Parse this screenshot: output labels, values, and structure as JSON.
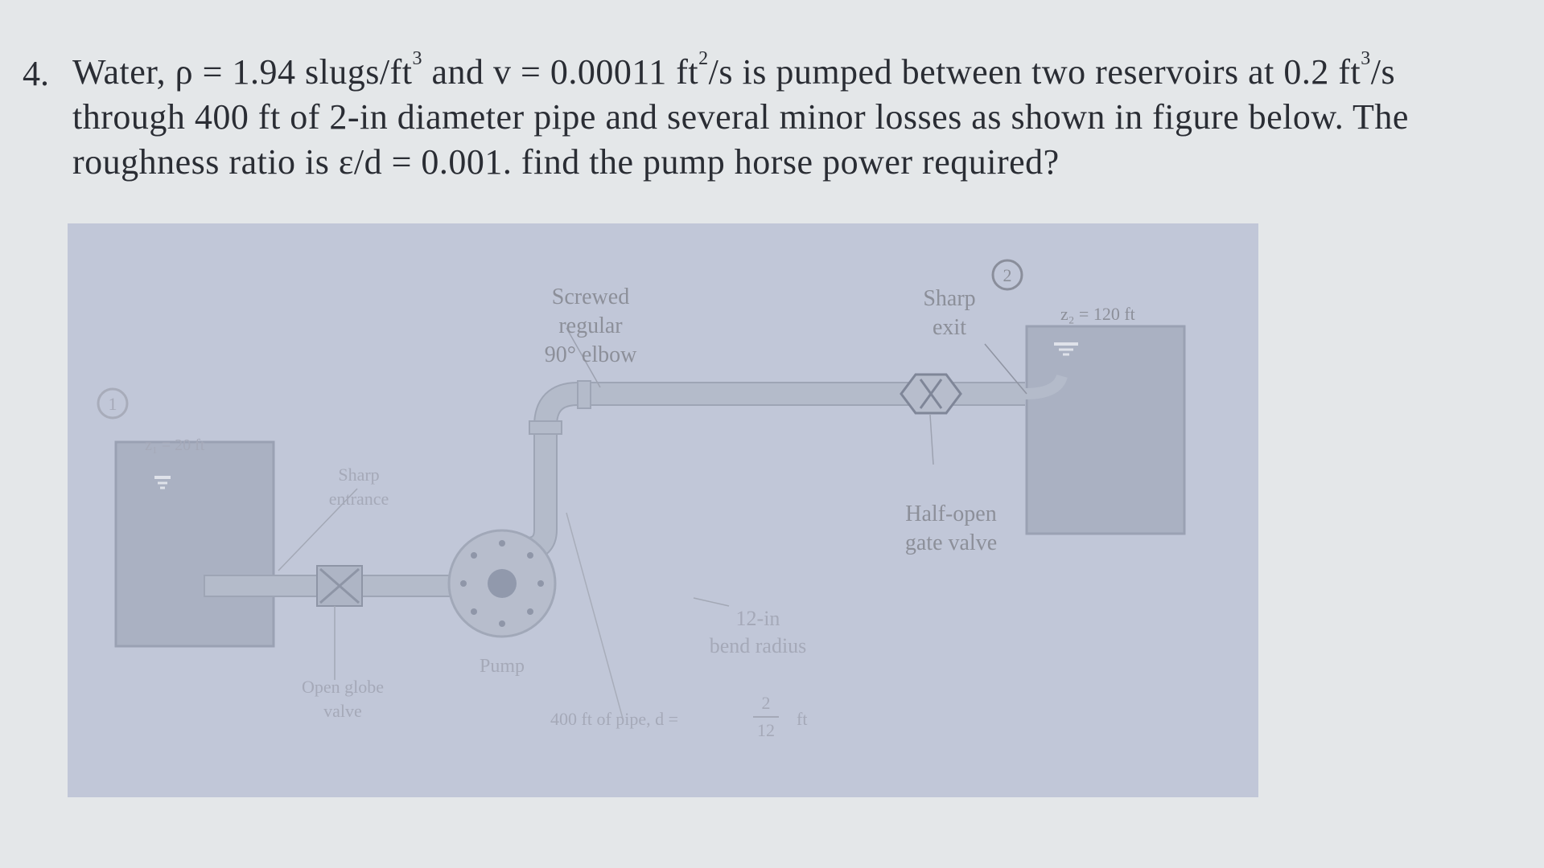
{
  "problem": {
    "number": "4.",
    "line1": {
      "a": "Water, ρ = 1.94 slugs/ft",
      "a_sup": "3",
      "b": " and v = 0.00011 ft",
      "b_sup": "2",
      "c": "/s  is pumped between two reservoirs at 0.2 ft",
      "c_sup": "3",
      "d": "/s"
    },
    "line2": "through 400 ft of 2-in diameter pipe and several minor losses as shown in figure below. The",
    "line3": "roughness ratio is ε/d = 0.001. find the pump horse power required?"
  },
  "figure": {
    "point1": "1",
    "point2": "2",
    "z1": "z₁ = 20 ft",
    "z2": "z₂ = 120 ft",
    "elbow": [
      "Screwed",
      "regular",
      "90° elbow"
    ],
    "sharp_exit": [
      "Sharp",
      "exit"
    ],
    "sharp_entrance": [
      "Sharp",
      "entrance"
    ],
    "gate_valve": [
      "Half-open",
      "gate valve"
    ],
    "bend": [
      "12-in",
      "bend radius"
    ],
    "pump": "Pump",
    "globe_valve": [
      "Open globe",
      "valve"
    ],
    "pipe_text": "400 ft of pipe, d =",
    "frac_num": "2",
    "frac_den": "12",
    "frac_unit": "ft"
  }
}
